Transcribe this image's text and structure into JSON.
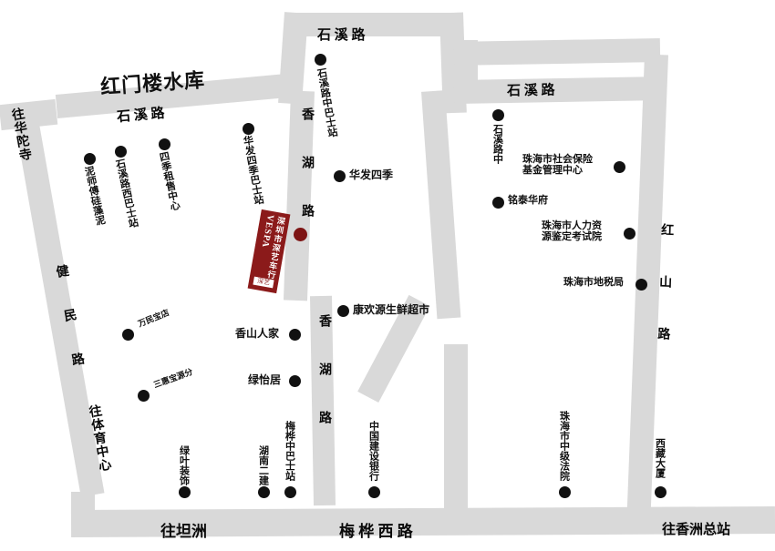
{
  "map": {
    "title": "红门楼水库",
    "roads": [
      {
        "id": "shixi-lu-top-left",
        "name": "石  溪  路"
      },
      {
        "id": "shixi-lu-top-mid",
        "name": "石   溪   路"
      },
      {
        "id": "shixi-lu-top-right",
        "name": "石   溪   路"
      },
      {
        "id": "xianghu-lu-upper",
        "name": "香 湖 路"
      },
      {
        "id": "xianghu-lu-lower",
        "name": "香 湖 路"
      },
      {
        "id": "jianmin-lu",
        "name": "健 民 路"
      },
      {
        "id": "hongshan-lu",
        "name": "红 山 路"
      },
      {
        "id": "meihua-xilu",
        "name": "梅   桦   西   路"
      }
    ],
    "directions": [
      {
        "id": "to-huatuo-si",
        "name": "往华陀寺"
      },
      {
        "id": "to-tiyu-zhongxin",
        "name": "往体育中心"
      },
      {
        "id": "to-tanzhou",
        "name": "往坦洲"
      },
      {
        "id": "to-xiangzhou-zongzhan",
        "name": "往香洲总站"
      }
    ],
    "pois": [
      {
        "id": "nishifu-guizaoni",
        "label": "泥师傅硅藻泥"
      },
      {
        "id": "shixilu-xi-bus",
        "label": "石溪路西巴士站"
      },
      {
        "id": "siji-zushou-zhongxin",
        "label": "四季租售中心"
      },
      {
        "id": "huafa-siji-bus",
        "label": "华发四季巴士站"
      },
      {
        "id": "shixilu-zhong-bus",
        "label": "石溪路中巴士站"
      },
      {
        "id": "huafa-siji",
        "label": "华发四季"
      },
      {
        "id": "kanghuanyuan-chaoshi",
        "label": "康欢源生鲜超市"
      },
      {
        "id": "xiangshan-renjia",
        "label": "香山人家"
      },
      {
        "id": "lvyi-ju",
        "label": "绿怡居"
      },
      {
        "id": "wanmin-baodian",
        "label": "万民宝店"
      },
      {
        "id": "sanhui-baoyuan",
        "label": "三惠宝源分"
      },
      {
        "id": "lvye-zhuangshi",
        "label": "绿叶装饰"
      },
      {
        "id": "hunan-erjian",
        "label": "湖南二建"
      },
      {
        "id": "meihua-zhong-bus",
        "label": "梅桦中巴士站"
      },
      {
        "id": "zhongguo-jianshe-yinhang",
        "label": "中国建设银行"
      },
      {
        "id": "shixilu-zhong",
        "label": "石溪路中"
      },
      {
        "id": "shebao-jijin-zhongxin",
        "label": "珠海市社会保险\n基金管理中心"
      },
      {
        "id": "mingtai-huafu",
        "label": "铭泰华府"
      },
      {
        "id": "renli-ziyuan-kaoshiyuan",
        "label": "珠海市人力资\n源鉴定考试院"
      },
      {
        "id": "zhuhai-dishuiju",
        "label": "珠海市地税局"
      },
      {
        "id": "zhuhai-zhongji-fayuan",
        "label": "珠海市中级法院"
      },
      {
        "id": "xizang-dasha",
        "label": "西藏大厦"
      }
    ],
    "stamp": {
      "brand": "VESPA",
      "line1": "深圳市深艺车行",
      "seal": "深艺"
    },
    "colors": {
      "road": "#d9d9d9",
      "poi": "#111111",
      "stamp": "#8b1a1a",
      "marker": "#7d1414"
    }
  }
}
